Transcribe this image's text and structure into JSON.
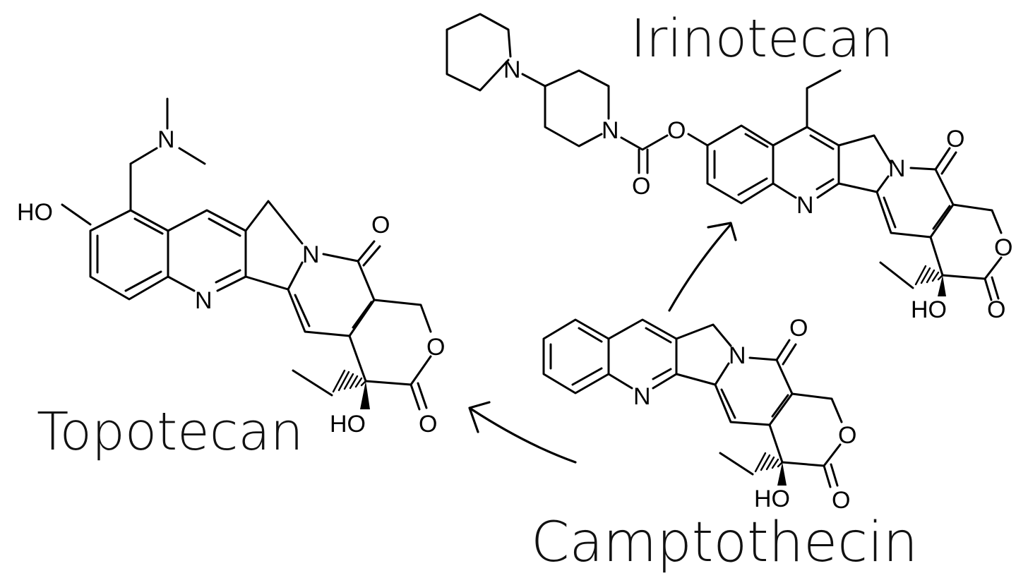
{
  "labels": {
    "irinotecan": "Irinotecan",
    "topotecan": "Topotecan",
    "camptothecin": "Camptothecin"
  },
  "atoms": {
    "topotecan": {
      "N_dimethyl": "N",
      "HO_phenol": "HO",
      "N_quinoline": "N",
      "N_lactam": "N",
      "O_carbonyl": "O",
      "O_ring": "O",
      "HO_tertiary": "HO",
      "O_lactone": "O"
    },
    "irinotecan": {
      "N_piperidine_a": "N",
      "N_piperidine_b": "N",
      "O_ester": "O",
      "O_carbamate": "O",
      "N_quinoline": "N",
      "N_lactam": "N",
      "O_carbonyl": "O",
      "O_ring": "O",
      "HO_tertiary": "HO",
      "O_lactone": "O"
    },
    "camptothecin": {
      "N_quinoline": "N",
      "N_lactam": "N",
      "O_carbonyl": "O",
      "O_ring": "O",
      "HO_tertiary": "HO",
      "O_lactone": "O"
    }
  }
}
